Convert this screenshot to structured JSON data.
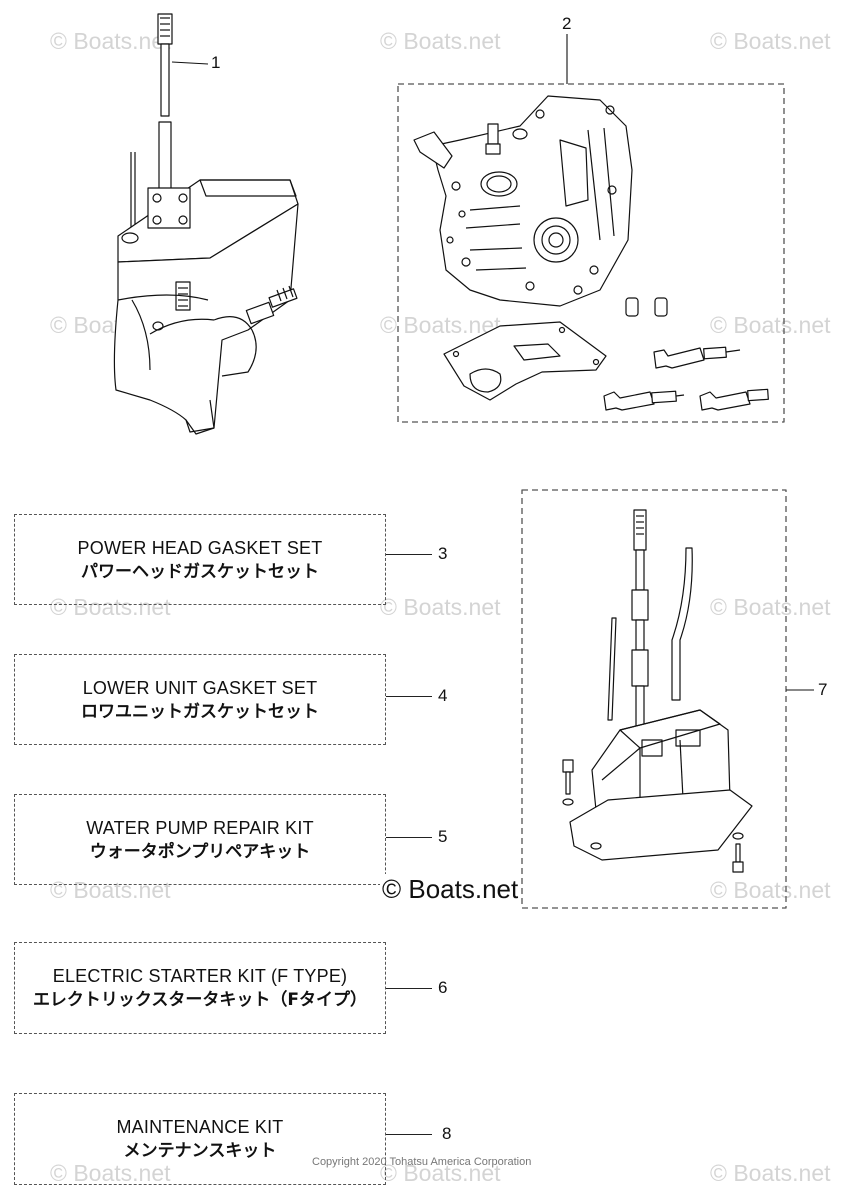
{
  "watermark": "© Boats.net",
  "center_watermark": "© Boats.net",
  "copyright": "Copyright 2020 Tohatsu America Corporation",
  "callouts": {
    "c1": "1",
    "c2": "2",
    "c7": "7"
  },
  "kits": [
    {
      "number": "3",
      "en": "POWER HEAD GASKET SET",
      "jp": "パワーヘッドガスケットセット"
    },
    {
      "number": "4",
      "en": "LOWER UNIT GASKET SET",
      "jp": "ロワユニットガスケットセット"
    },
    {
      "number": "5",
      "en": "WATER PUMP REPAIR KIT",
      "jp": "ウォータポンプリペアキット"
    },
    {
      "number": "6",
      "en": "ELECTRIC STARTER KIT (F TYPE)",
      "jp": "エレクトリックスタータキット（Fタイプ）"
    },
    {
      "number": "8",
      "en": "MAINTENANCE KIT",
      "jp": "メンテナンスキット"
    }
  ]
}
